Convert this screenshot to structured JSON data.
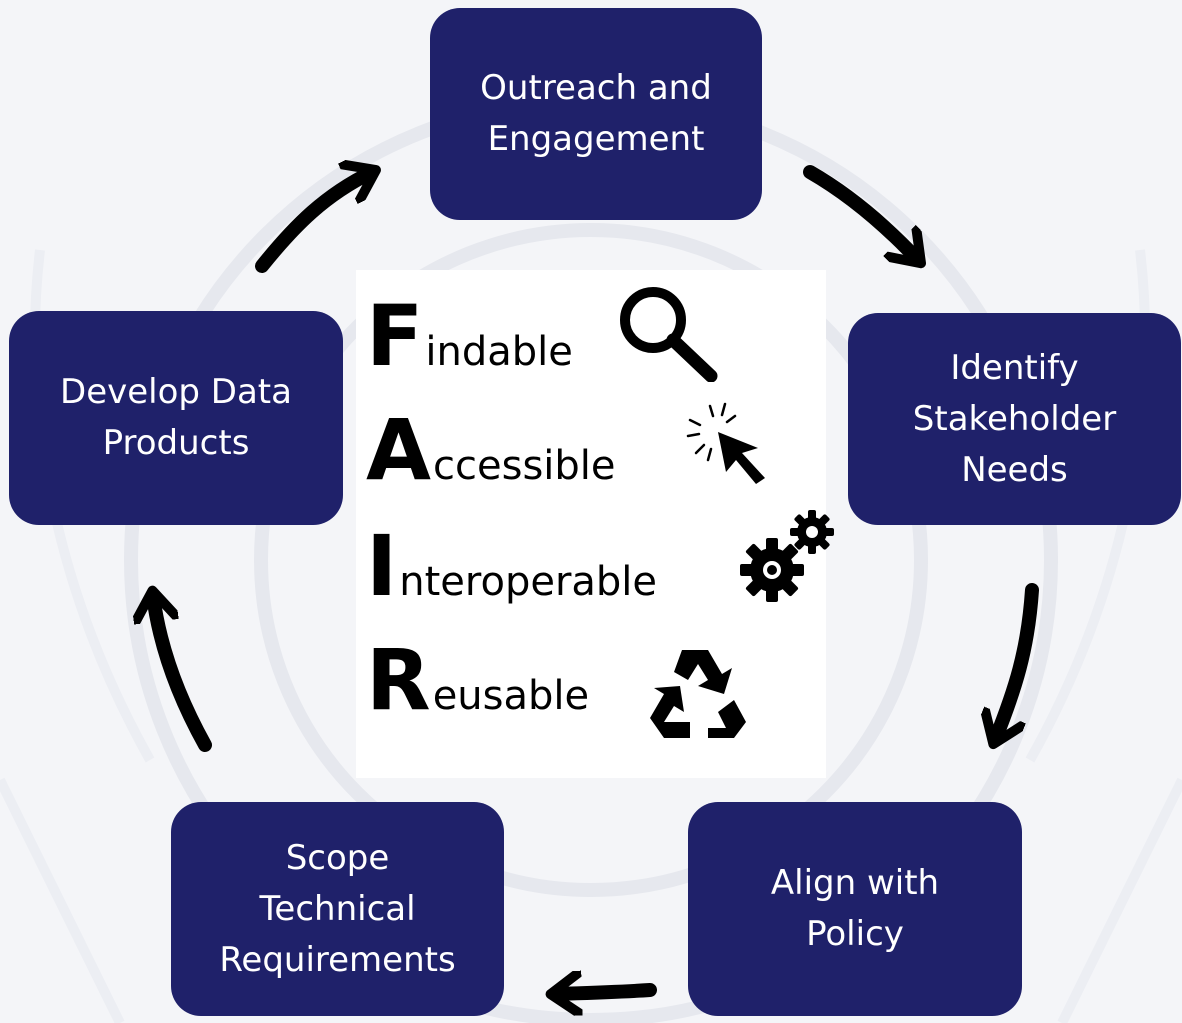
{
  "cycle_steps": [
    {
      "lines": [
        "Outreach and",
        "Engagement"
      ]
    },
    {
      "lines": [
        "Identify",
        "Stakeholder",
        "Needs"
      ]
    },
    {
      "lines": [
        "Align with",
        "Policy"
      ]
    },
    {
      "lines": [
        "Scope",
        "Technical",
        "Requirements"
      ]
    },
    {
      "lines": [
        "Develop Data",
        "Products"
      ]
    }
  ],
  "fair": {
    "findable": {
      "initial": "F",
      "rest": "indable",
      "icon": "magnifier-icon"
    },
    "accessible": {
      "initial": "A",
      "rest": "ccessible",
      "icon": "cursor-click-icon"
    },
    "interoperable": {
      "initial": "I",
      "rest": "nteroperable",
      "icon": "gears-icon"
    },
    "reusable": {
      "initial": "R",
      "rest": "eusable",
      "icon": "recycle-icon"
    }
  },
  "colors": {
    "box_fill": "#1f216a",
    "box_text": "#ffffff",
    "arrow": "#000000",
    "background": "#f4f5f8"
  }
}
